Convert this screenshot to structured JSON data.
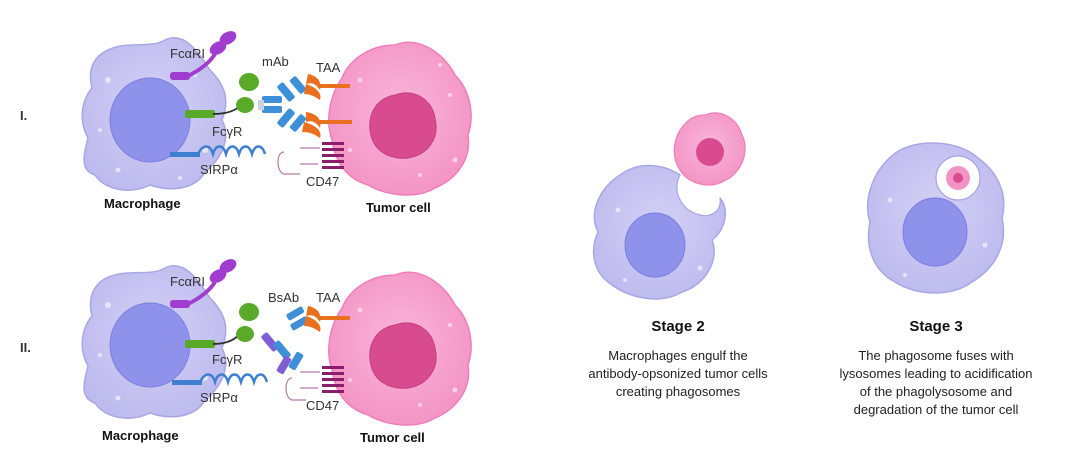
{
  "panel1": {
    "roman": "I.",
    "labels": {
      "fcari": "FcαRI",
      "mab": "mAb",
      "taa": "TAA",
      "fcgr": "FcγR",
      "sirpa": "SIRPα",
      "cd47": "CD47",
      "macrophage": "Macrophage",
      "tumor": "Tumor cell"
    }
  },
  "panel2": {
    "roman": "II.",
    "labels": {
      "fcari": "FcαRI",
      "bsab": "BsAb",
      "taa": "TAA",
      "fcgr": "FcγR",
      "sirpa": "SIRPα",
      "cd47": "CD47",
      "macrophage": "Macrophage",
      "tumor": "Tumor cell"
    }
  },
  "stage2": {
    "title": "Stage 2",
    "lines": [
      "Macrophages engulf the",
      "antibody-opsonized tumor cells",
      "creating phagosomes"
    ]
  },
  "stage3": {
    "title": "Stage 3",
    "lines": [
      "The phagosome fuses with",
      "lysosomes leading to acidification",
      "of the phagolysosome and",
      "degradation of the tumor cell"
    ]
  },
  "colors": {
    "macrophage": "#c5c3f2",
    "macrophage_edge": "#a9a6e6",
    "nucleus": "#8e92ea",
    "tumor": "#f6a3cf",
    "tumor_edge": "#ee7fba",
    "tumor_nucleus": "#d94b8f",
    "fcari": "#a13cd1",
    "fcgr": "#5aaa2a",
    "antibody": "#3d8fd8",
    "taa": "#e8701e",
    "cd47": "#8a1e6b",
    "sirpa": "#3f7fd0"
  }
}
